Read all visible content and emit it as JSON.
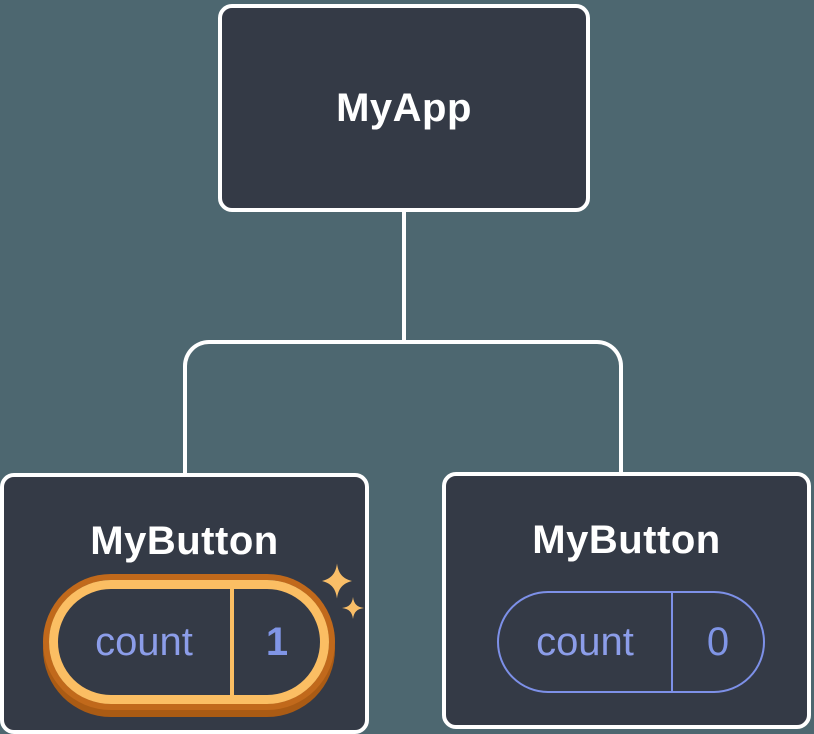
{
  "colors": {
    "background": "#4D6770",
    "node_fill": "#343A46",
    "node_border": "#FFFFFF",
    "label_text": "#FFFFFF",
    "state_text": "#8C9DE9",
    "state_value_text": "#8095E6",
    "pill_border_purple": "#7D90E8",
    "highlight_light": "#FBBE63",
    "highlight_dark": "#C1691B",
    "highlight_shadow": "#AA5B14",
    "sparkle": "#F9BE68"
  },
  "diagram": {
    "type": "component-tree",
    "root": {
      "label": "MyApp"
    },
    "children": [
      {
        "label": "MyButton",
        "state_key": "count",
        "state_value": "1",
        "highlighted": true,
        "has_sparkles": true
      },
      {
        "label": "MyButton",
        "state_key": "count",
        "state_value": "0",
        "highlighted": false,
        "has_sparkles": false
      }
    ]
  }
}
